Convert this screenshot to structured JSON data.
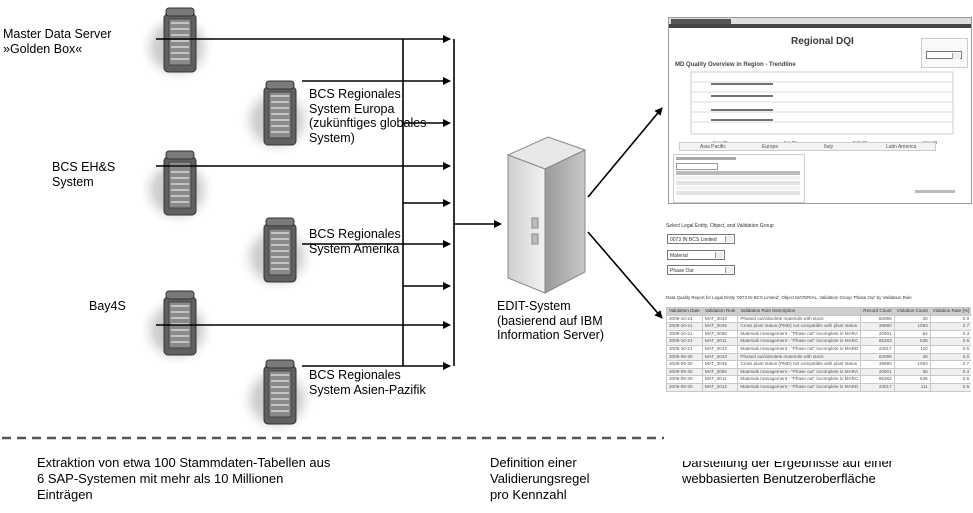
{
  "sources": [
    {
      "id": "master",
      "label": "Master Data Server\n»Golden Box«"
    },
    {
      "id": "bcs-europa",
      "label": "BCS Regionales\nSystem Europa\n(zukünftiges globales\nSystem)"
    },
    {
      "id": "bcs-ehs",
      "label": "BCS EH&S\nSystem"
    },
    {
      "id": "bcs-amerika",
      "label": "BCS Regionales\nSystem Amerika"
    },
    {
      "id": "bay4s",
      "label": "Bay4S"
    },
    {
      "id": "bcs-asien",
      "label": "BCS Regionales\nSystem Asien-Pazifik"
    }
  ],
  "edit_system": {
    "label": "EDIT-System\n(basierend auf IBM\nInformation Server)"
  },
  "captions": {
    "left": "Extraktion von etwa 100 Stammdaten-Tabellen aus\n6 SAP-Systemen mit mehr als 10 Millionen\nEinträgen",
    "middle": "Definition einer\nValidierungsregel\npro Kennzahl",
    "right": "Darstellung der Ergebnisse auf einer\nwebbasierten Benutzeroberfläche"
  },
  "screenshot_top": {
    "title": "Regional DQI",
    "chart_title": "MD Quality Overview in Region - Trendline",
    "x_ticks": [
      "Nov-08",
      "Jan-09",
      "Feb-09",
      "Mar-09"
    ],
    "legend": [
      "Asia Pacific",
      "Europe",
      "Italy",
      "Latin America"
    ]
  },
  "screenshot_bottom": {
    "select_heading": "Select Legal Entity, Object, and Validation Group",
    "selects": [
      "0073 IN BCS Limited",
      "Material",
      "Phase Out"
    ],
    "report_title": "Data Quality Report for Legal Entity '0073 IN BCS Limited', Object MATERIAL, Validation Group 'Phase Out' by Validation Rule",
    "columns": [
      "Validation Date",
      "Validation Rule",
      "Validation Rule Description",
      "Record Count",
      "Violation Count",
      "Violation Rate [%]"
    ],
    "rows": [
      [
        "2009-10-21",
        "MAT_0043",
        "Phased out/obsolete materials with stock",
        "83096",
        "28",
        "0.0"
      ],
      [
        "2009-10-21",
        "MAT_0045",
        "Cross plant status (PMD) not compatible with plant status",
        "39890",
        "1093",
        "2.7"
      ],
      [
        "2009-10-21",
        "MAT_0050",
        "Materials management - \"Phase out\" incomplete in MARA",
        "20001",
        "64",
        "0.3"
      ],
      [
        "2009-10-21",
        "MAT_0011",
        "Materials management - \"Phase out\" incomplete in MARC",
        "85283",
        "538",
        "0.6"
      ],
      [
        "2009-10-21",
        "MAT_0012",
        "Materials management - \"Phase out\" incomplete in MARD",
        "23017",
        "110",
        "0.5"
      ],
      [
        "2009-09-30",
        "MAT_0043",
        "Phased out/obsolete materials with stock",
        "83096",
        "28",
        "0.0"
      ],
      [
        "2009-09-30",
        "MAT_0045",
        "Cross plant status (PMD) not compatible with plant status",
        "39890",
        "1093",
        "2.7"
      ],
      [
        "2009-09-30",
        "MAT_0050",
        "Materials management - \"Phase out\" incomplete in MARA",
        "20001",
        "65",
        "0.3"
      ],
      [
        "2009-09-30",
        "MAT_0011",
        "Materials management - \"Phase out\" incomplete in MARC",
        "85283",
        "536",
        "0.6"
      ],
      [
        "2009-09-30",
        "MAT_0012",
        "Materials management - \"Phase out\" incomplete in MARD",
        "23017",
        "111",
        "0.5"
      ]
    ]
  }
}
